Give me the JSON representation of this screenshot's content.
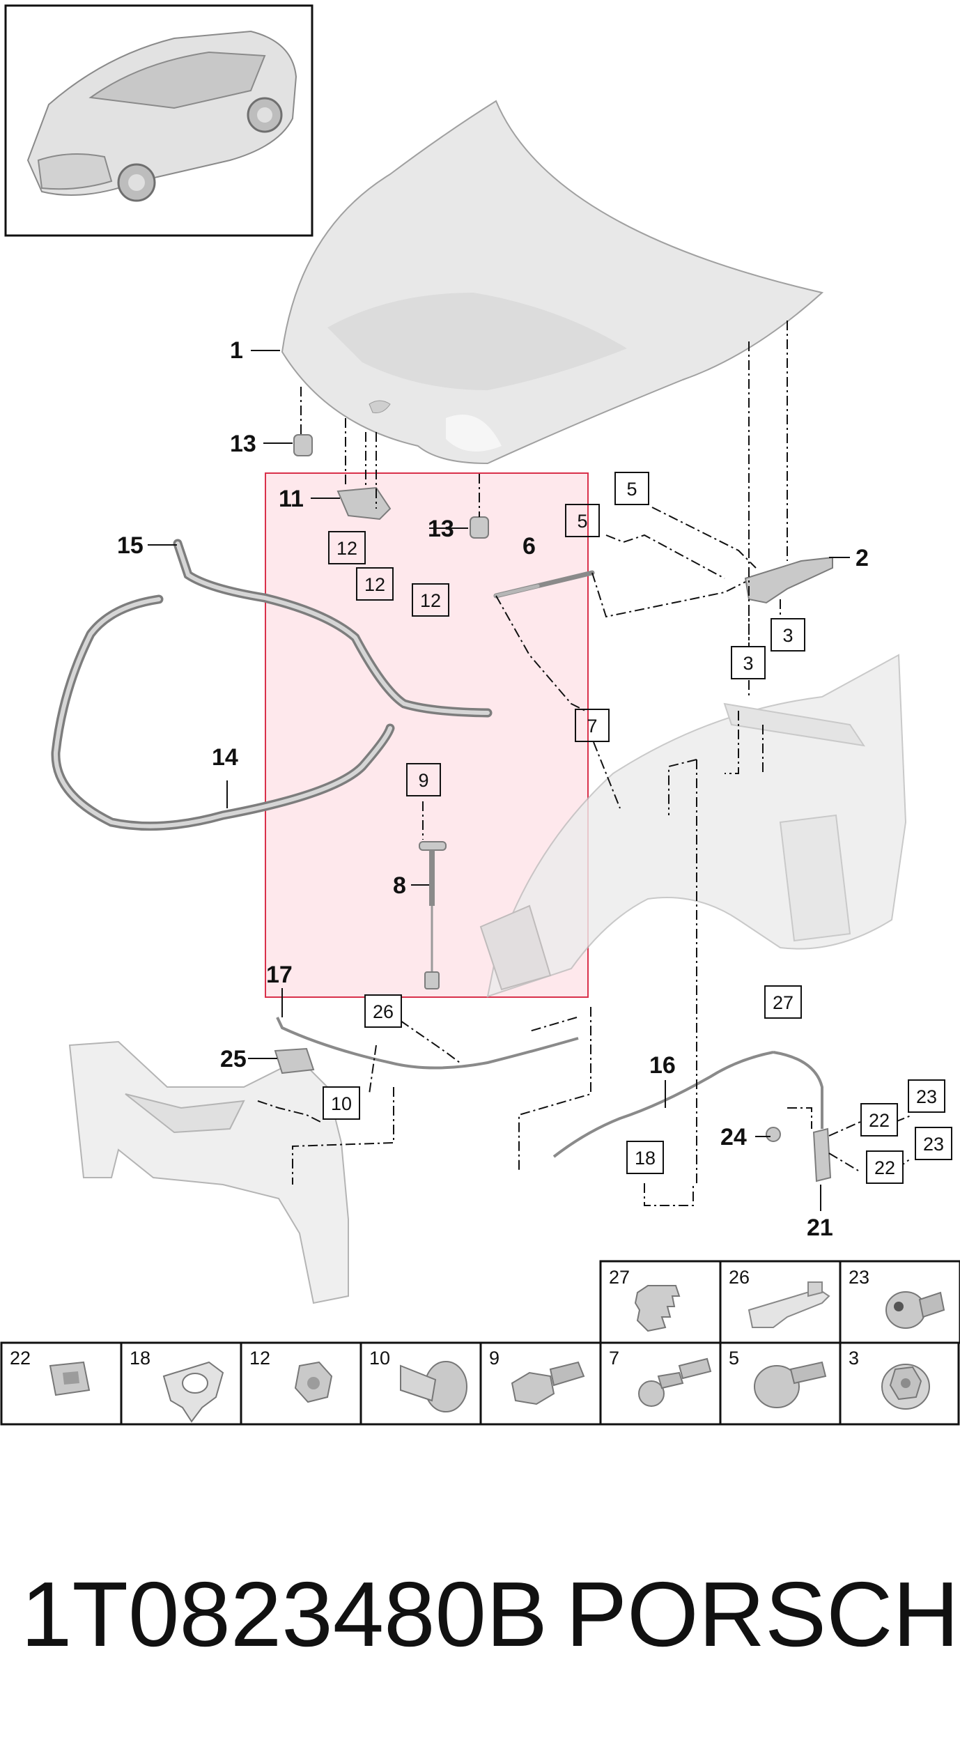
{
  "callouts": {
    "bold": [
      {
        "id": "1",
        "label": "1"
      },
      {
        "id": "13a",
        "label": "13"
      },
      {
        "id": "11",
        "label": "11"
      },
      {
        "id": "13b",
        "label": "13"
      },
      {
        "id": "6",
        "label": "6"
      },
      {
        "id": "2",
        "label": "2"
      },
      {
        "id": "15",
        "label": "15"
      },
      {
        "id": "14",
        "label": "14"
      },
      {
        "id": "8",
        "label": "8"
      },
      {
        "id": "17",
        "label": "17"
      },
      {
        "id": "25",
        "label": "25"
      },
      {
        "id": "16",
        "label": "16"
      },
      {
        "id": "24",
        "label": "24"
      },
      {
        "id": "21",
        "label": "21"
      }
    ],
    "boxed": [
      {
        "id": "b5a",
        "label": "5"
      },
      {
        "id": "b5b",
        "label": "5"
      },
      {
        "id": "b12a",
        "label": "12"
      },
      {
        "id": "b12b",
        "label": "12"
      },
      {
        "id": "b12c",
        "label": "12"
      },
      {
        "id": "b3a",
        "label": "3"
      },
      {
        "id": "b3b",
        "label": "3"
      },
      {
        "id": "b7",
        "label": "7"
      },
      {
        "id": "b9",
        "label": "9"
      },
      {
        "id": "b26",
        "label": "26"
      },
      {
        "id": "b10",
        "label": "10"
      },
      {
        "id": "b27",
        "label": "27"
      },
      {
        "id": "b23a",
        "label": "23"
      },
      {
        "id": "b22a",
        "label": "22"
      },
      {
        "id": "b23b",
        "label": "23"
      },
      {
        "id": "b22b",
        "label": "22"
      },
      {
        "id": "b18",
        "label": "18"
      }
    ]
  },
  "fastener_table": {
    "top_row": [
      {
        "label": "27",
        "icon": "threaded-pin-icon"
      },
      {
        "label": "26",
        "icon": "clip-bracket-icon"
      },
      {
        "label": "23",
        "icon": "socket-bolt-icon"
      }
    ],
    "bottom_row": [
      {
        "label": "22",
        "icon": "square-clip-icon"
      },
      {
        "label": "18",
        "icon": "cable-holder-icon"
      },
      {
        "label": "12",
        "icon": "hex-nut-icon"
      },
      {
        "label": "10",
        "icon": "push-clip-icon"
      },
      {
        "label": "9",
        "icon": "hex-bolt-icon"
      },
      {
        "label": "7",
        "icon": "ball-stud-icon"
      },
      {
        "label": "5",
        "icon": "flange-bolt-icon"
      },
      {
        "label": "3",
        "icon": "flange-nut-icon"
      }
    ]
  },
  "footer": {
    "part_number": "1T0823480B",
    "brand": "PORSCHE"
  },
  "colors": {
    "highlight_fill": "#fde0e6",
    "highlight_stroke": "#d9304a",
    "line": "#111111",
    "part_grey": "#e4e4e4"
  }
}
